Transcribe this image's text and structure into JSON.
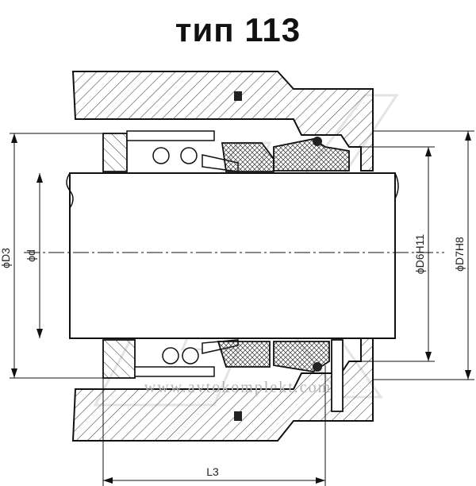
{
  "title": "тип 113",
  "dimensions": {
    "d3": "ϕD3",
    "d": "ϕd",
    "d6": "ϕD6H11",
    "d7": "ϕD7H8",
    "l3": "L3"
  },
  "watermark": {
    "text": "www.avtokomplekt.com"
  },
  "colors": {
    "line": "#111111",
    "hatch": "#333333",
    "watermark": "#cfcfcf"
  }
}
